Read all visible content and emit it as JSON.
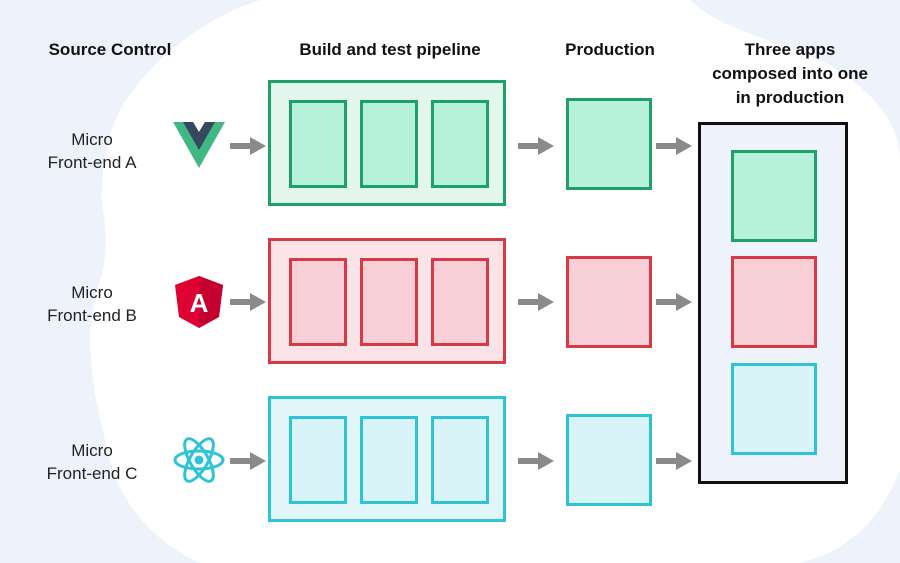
{
  "headings": {
    "source_control": "Source Control",
    "build_pipeline": "Build and test pipeline",
    "production": "Production",
    "three_apps": [
      "Three apps",
      "composed into one",
      "in production"
    ]
  },
  "frontends": [
    {
      "line1": "Micro",
      "line2": "Front-end A",
      "framework_icon": "vue-icon",
      "color": "#1fa06a"
    },
    {
      "line1": "Micro",
      "line2": "Front-end B",
      "framework_icon": "angular-icon",
      "color": "#d63b45"
    },
    {
      "line1": "Micro",
      "line2": "Front-end C",
      "framework_icon": "react-icon",
      "color": "#2ec4d6"
    }
  ],
  "angular_icon_letter": "A",
  "colors": {
    "green": "#1fa06a",
    "red": "#d63b45",
    "cyan": "#2ec4d6",
    "arrow": "#8a8a8a",
    "composite_border": "#111111"
  }
}
